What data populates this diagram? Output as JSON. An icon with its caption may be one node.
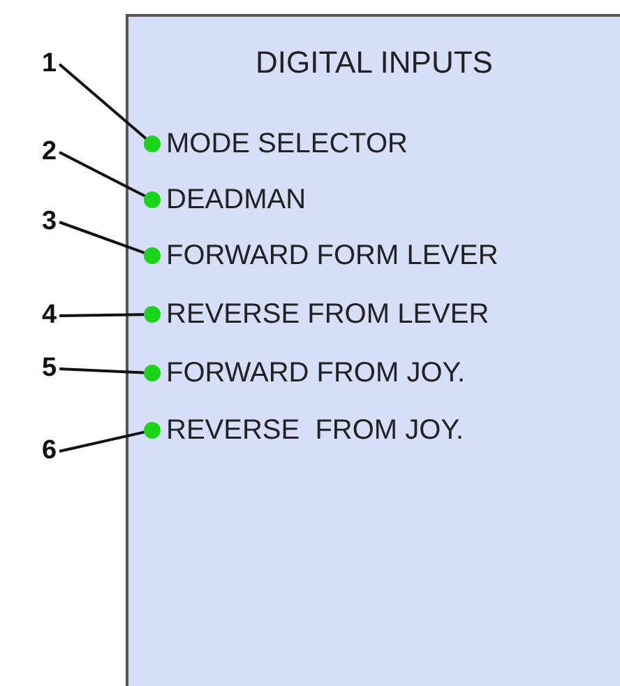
{
  "diagram": {
    "nodes": [
      {
        "text": [
          "DIGITAL INPUTS"
        ]
      },
      {
        "text": [],
        "shape": "circle",
        "in": 0,
        "beside": [
          "MODE SELECTOR"
        ]
      },
      {
        "text": [],
        "shape": "circle",
        "in": 0,
        "beside": [
          "DEADMAN"
        ]
      },
      {
        "text": [],
        "shape": "circle",
        "in": 0,
        "beside": [
          "FORWARD FORM LEVER"
        ]
      },
      {
        "text": [],
        "shape": "circle",
        "in": 0,
        "beside": [
          "REVERSE FROM LEVER"
        ]
      },
      {
        "text": [],
        "shape": "circle",
        "in": 0,
        "beside": [
          "FORWARD FROM JOY."
        ]
      },
      {
        "text": [],
        "shape": "circle",
        "in": 0,
        "beside": [
          "REVERSE  FROM JOY."
        ]
      },
      {
        "text": [
          "1"
        ]
      },
      {
        "text": [
          "2"
        ]
      },
      {
        "text": [
          "3"
        ]
      },
      {
        "text": [
          "4"
        ]
      },
      {
        "text": [
          "5"
        ]
      },
      {
        "text": [
          "6"
        ]
      }
    ],
    "edges": [
      {
        "from": 7,
        "to": 1,
        "arrow": "none"
      },
      {
        "from": 8,
        "to": 2,
        "arrow": "none"
      },
      {
        "from": 9,
        "to": 3,
        "arrow": "none"
      },
      {
        "from": 10,
        "to": 4,
        "arrow": "none"
      },
      {
        "from": 11,
        "to": 5,
        "arrow": "none"
      },
      {
        "from": 12,
        "to": 6,
        "arrow": "none"
      }
    ]
  }
}
